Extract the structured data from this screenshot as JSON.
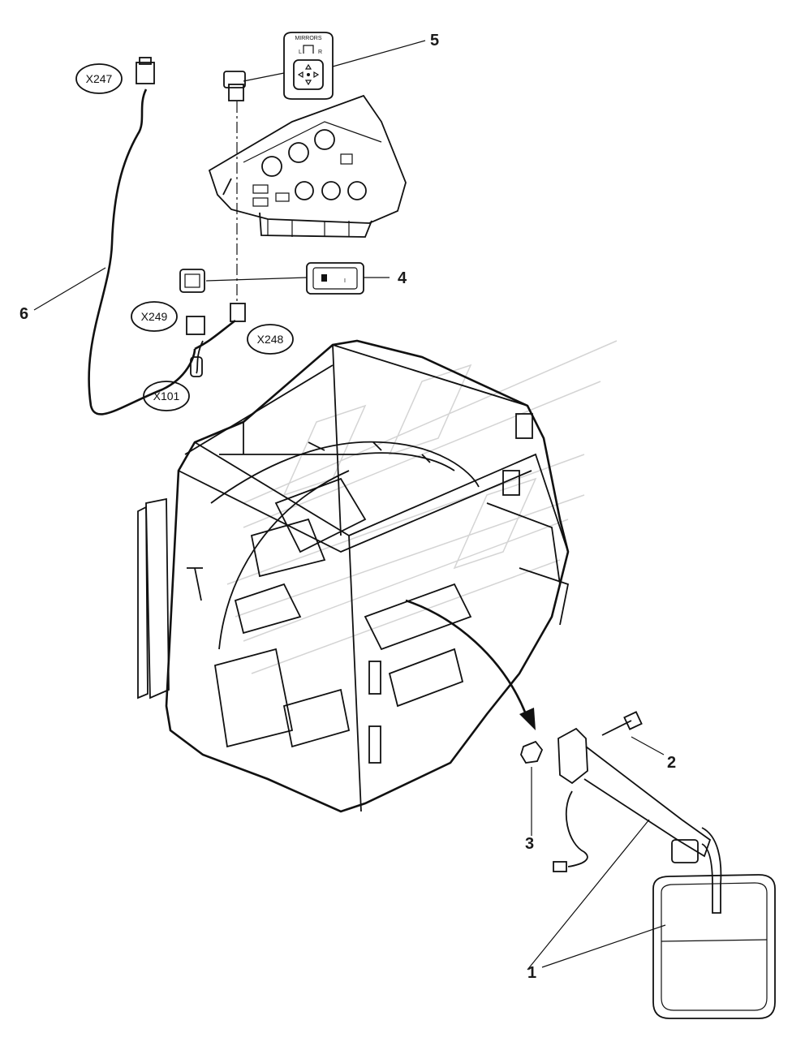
{
  "callouts": [
    "1",
    "2",
    "3",
    "4",
    "5",
    "6"
  ],
  "connectors": [
    "X247",
    "X249",
    "X248",
    "X101"
  ],
  "switch_panel": {
    "title": "MIRRORS",
    "left": "L",
    "right": "R"
  },
  "rocker_switch": {
    "on_mark": "I"
  },
  "colors": {
    "line": "#111111",
    "watermark": "#d4d4d4",
    "background": "#ffffff"
  }
}
